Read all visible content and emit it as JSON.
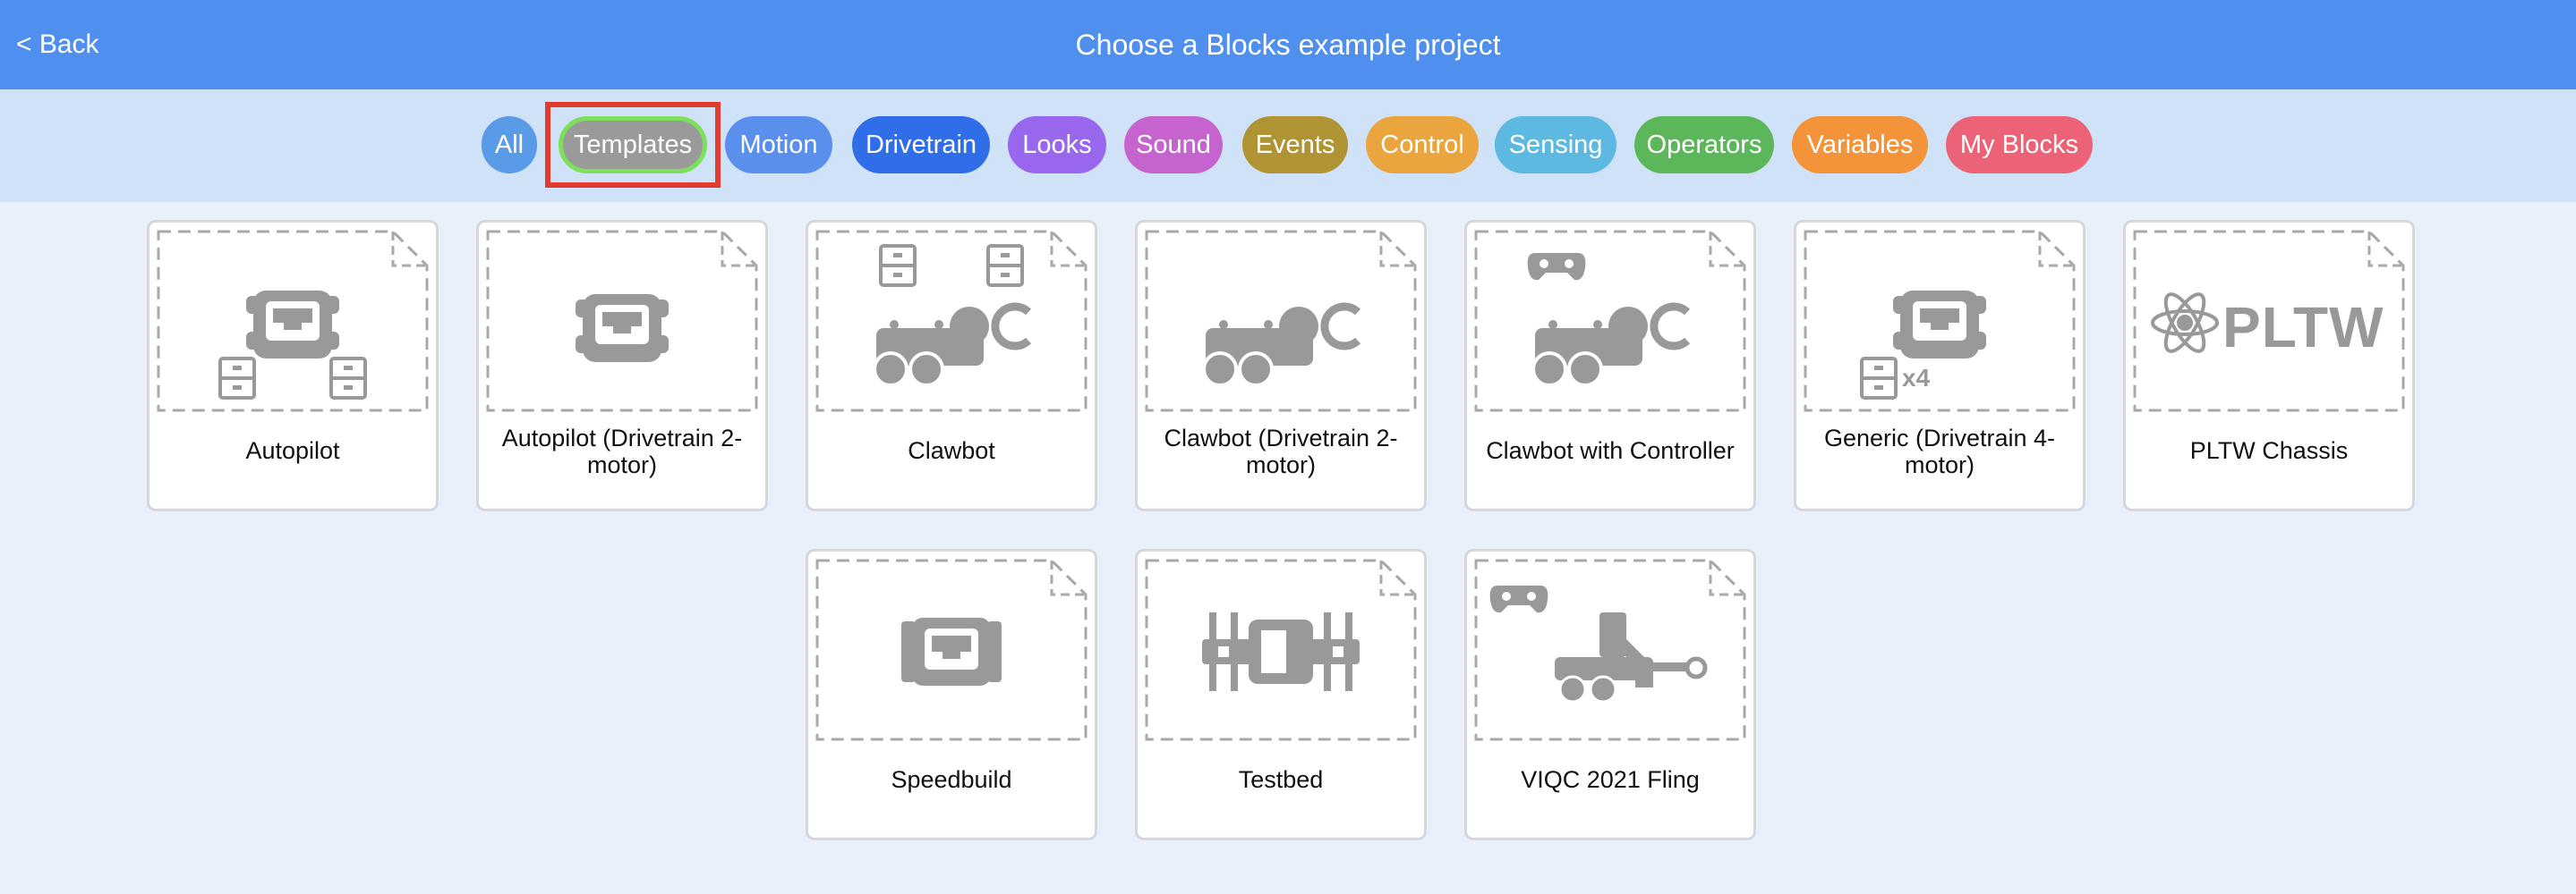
{
  "header": {
    "back_label": "< Back",
    "title": "Choose a Blocks example project",
    "background": "#4f8fee"
  },
  "filters": [
    {
      "label": "All",
      "color": "#5a9be8"
    },
    {
      "label": "Templates",
      "color": "#9a9a9a",
      "selected": true
    },
    {
      "label": "Motion",
      "color": "#5a8fee"
    },
    {
      "label": "Drivetrain",
      "color": "#2f6ee8"
    },
    {
      "label": "Looks",
      "color": "#9966ee"
    },
    {
      "label": "Sound",
      "color": "#c763cf"
    },
    {
      "label": "Events",
      "color": "#b09333"
    },
    {
      "label": "Control",
      "color": "#eaa53e"
    },
    {
      "label": "Sensing",
      "color": "#5db9e2"
    },
    {
      "label": "Operators",
      "color": "#5cb65a"
    },
    {
      "label": "Variables",
      "color": "#f3933a"
    },
    {
      "label": "My Blocks",
      "color": "#ec6276"
    }
  ],
  "projects": [
    {
      "label": "Autopilot",
      "icon": "autopilot-robot-icon"
    },
    {
      "label": "Autopilot (Drivetrain 2-motor)",
      "icon": "drivetrain-robot-icon"
    },
    {
      "label": "Clawbot",
      "icon": "clawbot-icon"
    },
    {
      "label": "Clawbot (Drivetrain 2-motor)",
      "icon": "clawbot-drivetrain-icon"
    },
    {
      "label": "Clawbot with Controller",
      "icon": "clawbot-controller-icon"
    },
    {
      "label": "Generic (Drivetrain 4-motor)",
      "icon": "generic-4-motor-icon",
      "badge": "x4"
    },
    {
      "label": "PLTW Chassis",
      "icon": "pltw-logo-icon",
      "logo_text": "PLTW"
    },
    {
      "label": "Speedbuild",
      "icon": "speedbuild-icon"
    },
    {
      "label": "Testbed",
      "icon": "testbed-icon"
    },
    {
      "label": "VIQC 2021 Fling",
      "icon": "viqc-fling-icon"
    }
  ]
}
